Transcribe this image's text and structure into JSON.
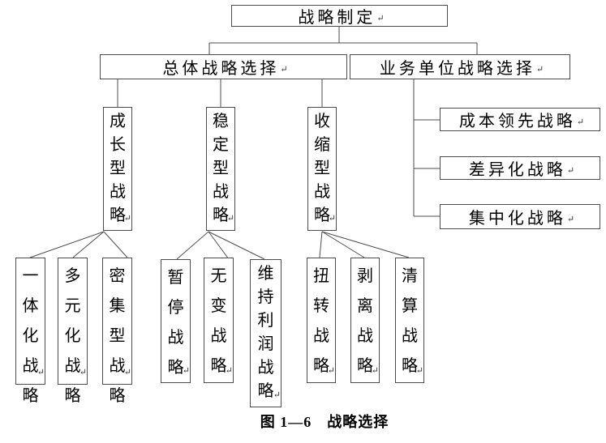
{
  "diagram": {
    "root": {
      "label": "战略制定"
    },
    "branches": [
      {
        "label": "总体战略选择"
      },
      {
        "label": "业务单位战略选择"
      }
    ],
    "overall": [
      {
        "label": "成长型战略",
        "children": [
          {
            "label": "一体化战略"
          },
          {
            "label": "多元化战略"
          },
          {
            "label": "密集型战略"
          }
        ]
      },
      {
        "label": "稳定型战略",
        "children": [
          {
            "label": "暂停战略"
          },
          {
            "label": "无变战略"
          },
          {
            "label": "维持利润战略"
          }
        ]
      },
      {
        "label": "收缩型战略",
        "children": [
          {
            "label": "扭转战略"
          },
          {
            "label": "剥离战略"
          },
          {
            "label": "清算战略"
          }
        ]
      }
    ],
    "business_unit": [
      {
        "label": "成本领先战略"
      },
      {
        "label": "差异化战略"
      },
      {
        "label": "集中化战略"
      }
    ],
    "caption": "图 1—6　战略选择",
    "line_break_mark": "↵",
    "colors": {
      "border": "#4d4d4d",
      "text": "#000000",
      "background": "#ffffff"
    }
  }
}
